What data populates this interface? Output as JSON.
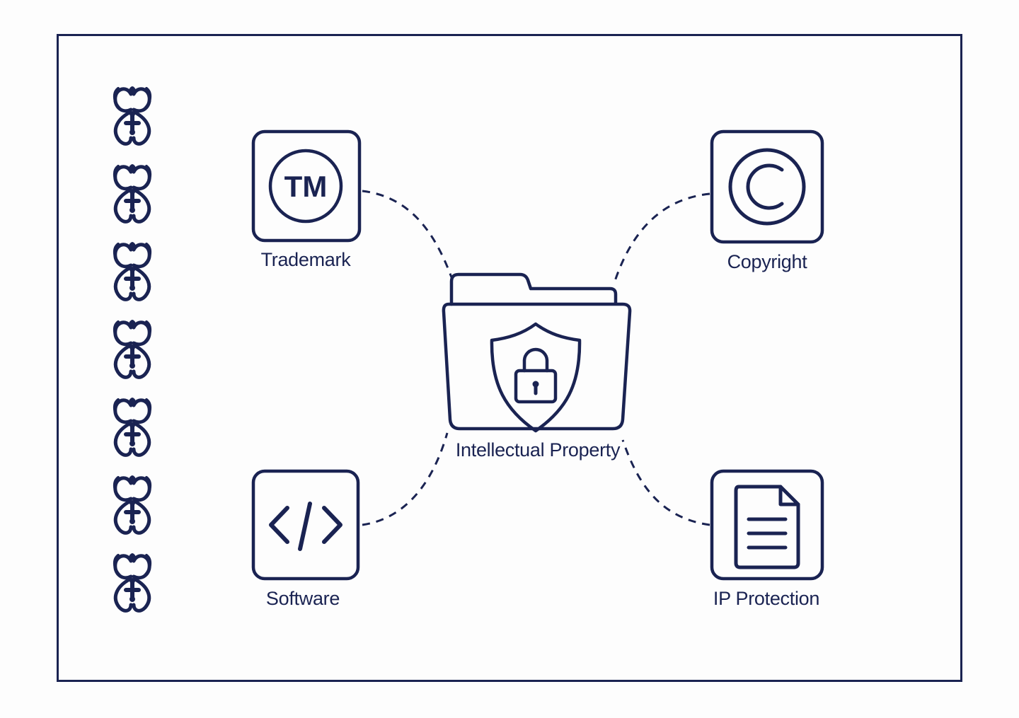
{
  "diagram": {
    "center": {
      "label": "Intellectual Property",
      "icon": "folder-shield-lock-icon"
    },
    "nodes": [
      {
        "key": "trademark",
        "label": "Trademark",
        "icon": "trademark-icon",
        "glyph": "TM"
      },
      {
        "key": "copyright",
        "label": "Copyright",
        "icon": "copyright-icon"
      },
      {
        "key": "software",
        "label": "Software",
        "icon": "code-icon"
      },
      {
        "key": "ip_protection",
        "label": "IP Protection",
        "icon": "document-icon"
      }
    ],
    "connector_style": "dashed",
    "decoration": "ornamental-border-icon"
  },
  "colors": {
    "ink": "#1a2352",
    "background": "#fdfdfd"
  }
}
